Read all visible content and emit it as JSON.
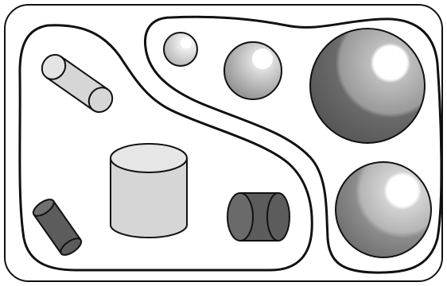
{
  "diagram": {
    "colors": {
      "background": "#ffffff",
      "stroke": "#111111",
      "light_gray": "#d6d6d6",
      "mid_gray": "#a8a8a8",
      "dark_gray": "#5c5c5c",
      "highlight": "#ffffff"
    },
    "groups": [
      {
        "name": "cylinders",
        "items": [
          "tilted-light-cylinder",
          "upright-light-cylinder",
          "small-dark-cylinder",
          "horizontal-dark-cylinder"
        ]
      },
      {
        "name": "spheres",
        "items": [
          "tiny-sphere",
          "small-sphere",
          "large-dark-sphere",
          "large-light-sphere"
        ]
      }
    ]
  }
}
